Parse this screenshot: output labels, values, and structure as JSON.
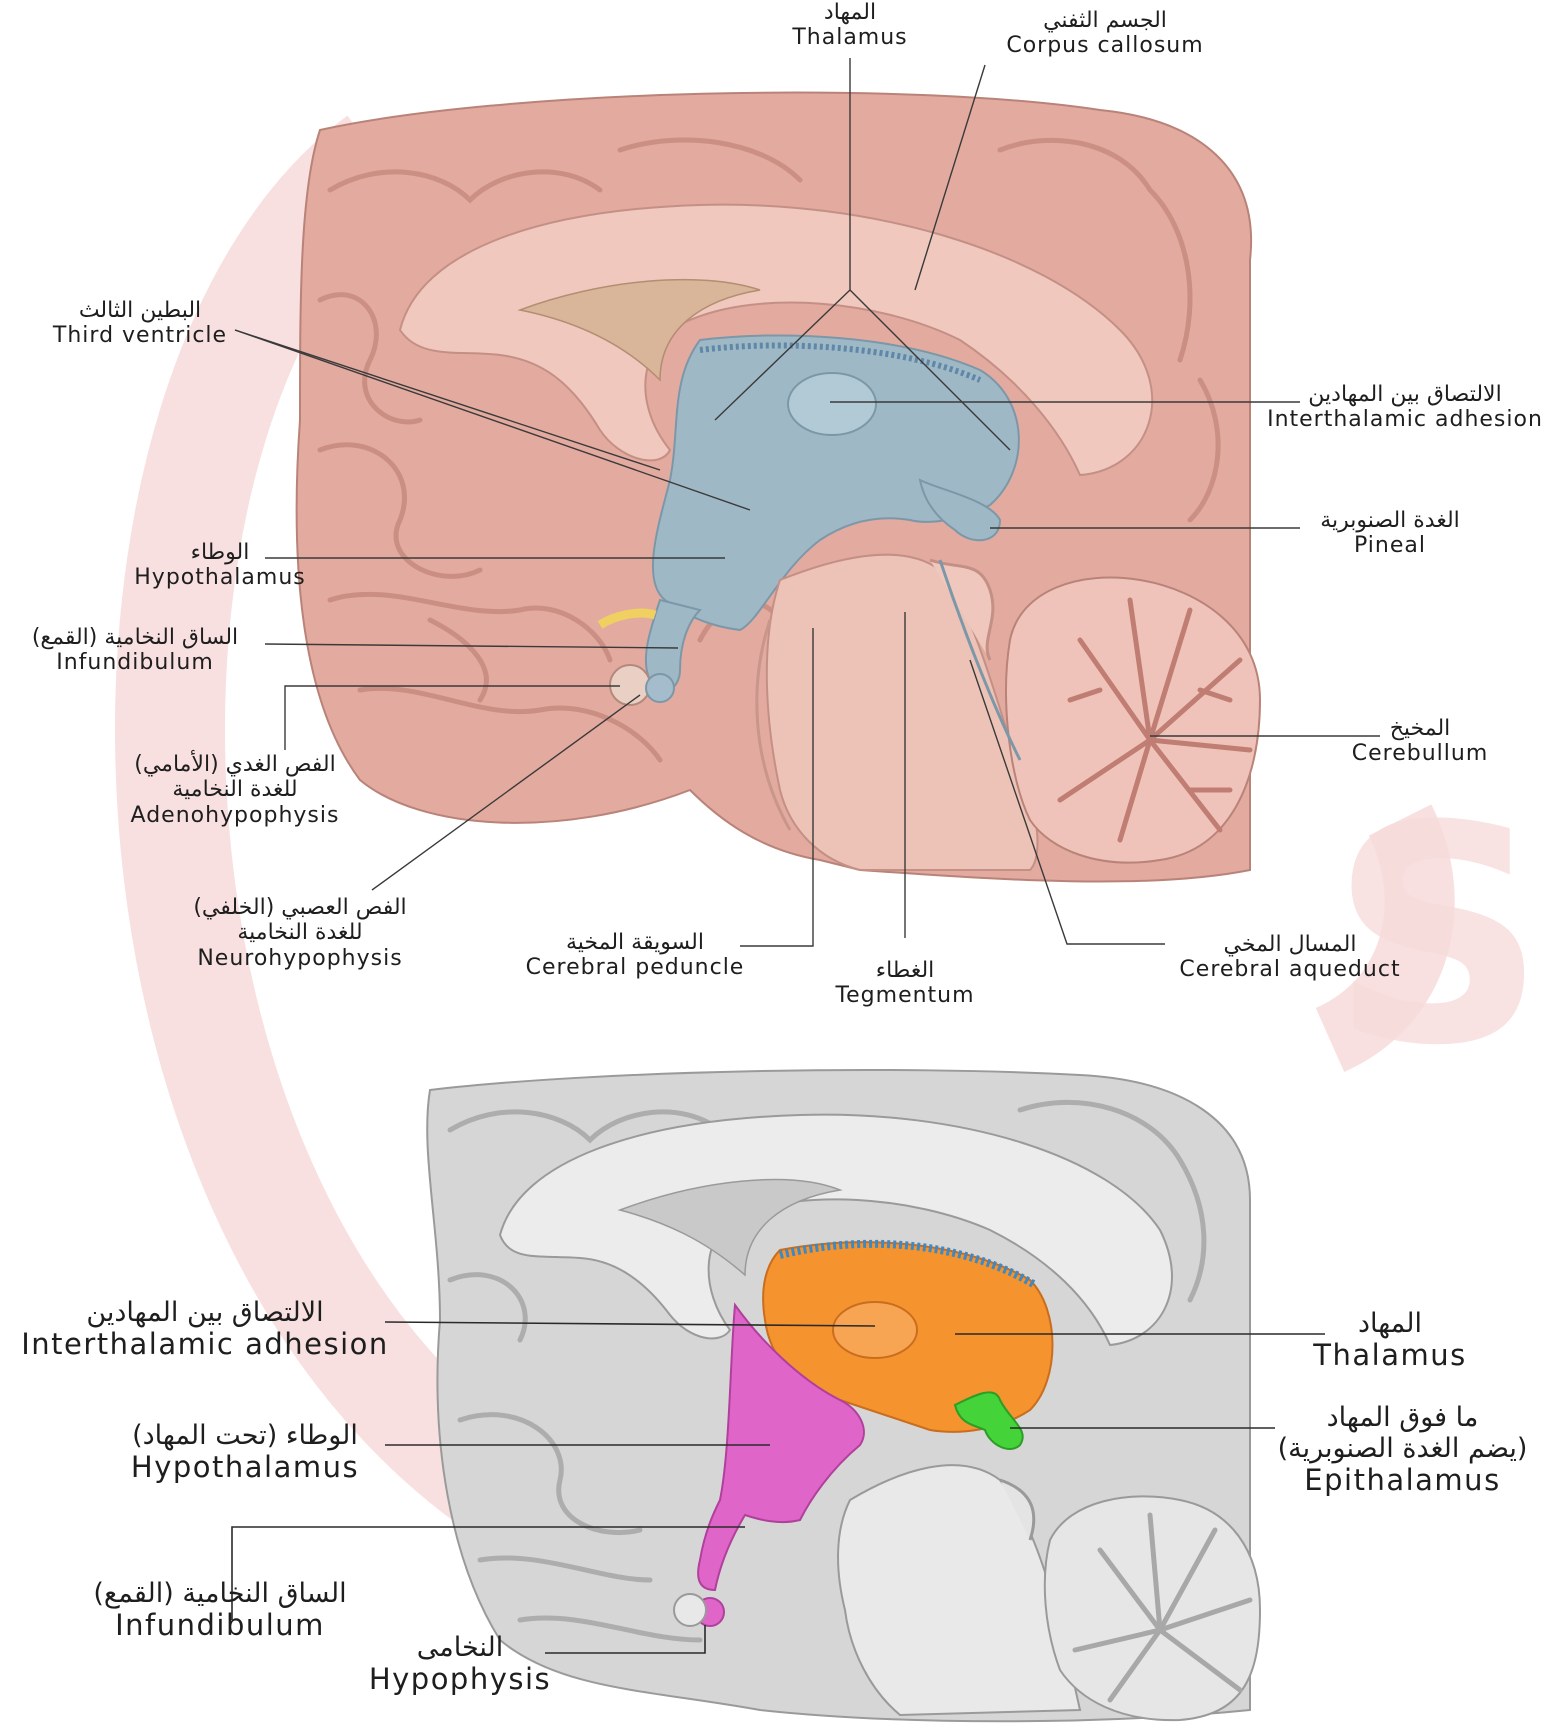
{
  "colors": {
    "brain_pink": "#e9b3a8",
    "brain_pink_dark": "#c98d82",
    "ventricle_blue": "#9fb8c6",
    "thalamus_orange": "#f5932f",
    "hypothalamus_magenta": "#e065c8",
    "epithalamus_green": "#45d33a",
    "brain_gray": "#d2d2d2",
    "watermark": "#f7dede"
  },
  "top_diagram": {
    "labels": {
      "thalamus": {
        "ar": "المهاد",
        "en": "Thalamus"
      },
      "corpus_callosum": {
        "ar": "الجسم الثفني",
        "en": "Corpus callosum"
      },
      "third_ventricle": {
        "ar": "البطين الثالث",
        "en": "Third ventricle"
      },
      "interthalamic_adhesion": {
        "ar": "الالتصاق بين المهادين",
        "en": "Interthalamic adhesion"
      },
      "pineal": {
        "ar": "الغدة الصنوبرية",
        "en": "Pineal"
      },
      "hypothalamus": {
        "ar": "الوطاء",
        "en": "Hypothalamus"
      },
      "infundibulum": {
        "ar": "الساق النخامية (القمع)",
        "en": "Infundibulum"
      },
      "cerebellum": {
        "ar": "المخيخ",
        "en": "Cerebullum"
      },
      "adenohypophysis": {
        "ar": "الفص الغدي (الأمامي)",
        "ar2": "للغدة النخامية",
        "en": "Adenohypophysis"
      },
      "neurohypophysis": {
        "ar": "الفص العصبي (الخلفي)",
        "ar2": "للغدة النخامية",
        "en": "Neurohypophysis"
      },
      "cerebral_peduncle": {
        "ar": "السويقة المخية",
        "en": "Cerebral peduncle"
      },
      "tegmentum": {
        "ar": "الغطاء",
        "en": "Tegmentum"
      },
      "cerebral_aqueduct": {
        "ar": "المسال المخي",
        "en": "Cerebral aqueduct"
      }
    }
  },
  "bottom_diagram": {
    "labels": {
      "interthalamic_adhesion": {
        "ar": "الالتصاق بين المهادين",
        "en": "Interthalamic adhesion"
      },
      "thalamus": {
        "ar": "المهاد",
        "en": "Thalamus"
      },
      "hypothalamus": {
        "ar": "الوطاء (تحت المهاد)",
        "en": "Hypothalamus"
      },
      "epithalamus": {
        "ar": "ما فوق المهاد",
        "ar2": "(يضم الغدة الصنوبرية)",
        "en": "Epithalamus"
      },
      "infundibulum": {
        "ar": "الساق النخامية (القمع)",
        "en": "Infundibulum"
      },
      "hypophysis": {
        "ar": "النخامى",
        "en": "Hypophysis"
      }
    }
  }
}
